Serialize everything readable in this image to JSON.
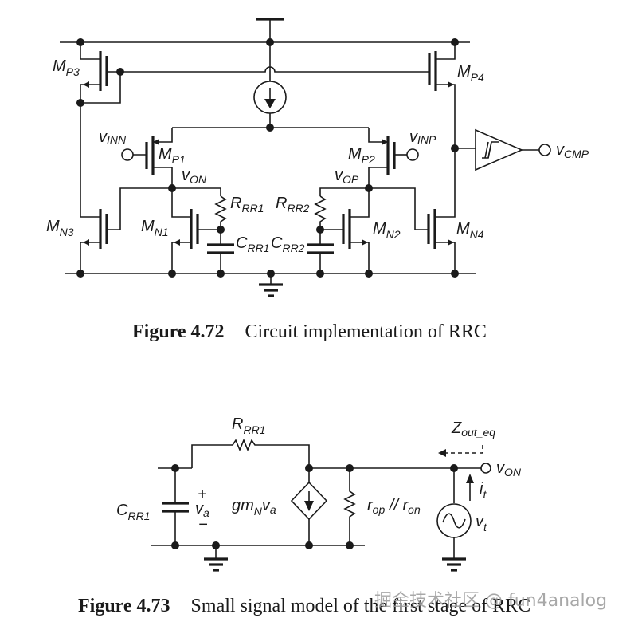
{
  "figure1": {
    "number": "Figure 4.72",
    "caption": "Circuit implementation of RRC",
    "labels": {
      "mp3": {
        "main": "M",
        "sub": "P3"
      },
      "mp4": {
        "main": "M",
        "sub": "P4"
      },
      "mp1": {
        "main": "M",
        "sub": "P1"
      },
      "mp2": {
        "main": "M",
        "sub": "P2"
      },
      "mn1": {
        "main": "M",
        "sub": "N1"
      },
      "mn2": {
        "main": "M",
        "sub": "N2"
      },
      "mn3": {
        "main": "M",
        "sub": "N3"
      },
      "mn4": {
        "main": "M",
        "sub": "N4"
      },
      "vinn": {
        "main": "v",
        "sub": "INN"
      },
      "vinp": {
        "main": "v",
        "sub": "INP"
      },
      "von": {
        "main": "v",
        "sub": "ON"
      },
      "vop": {
        "main": "v",
        "sub": "OP"
      },
      "vcmp": {
        "main": "v",
        "sub": "CMP"
      },
      "rrr1": {
        "main": "R",
        "sub": "RR1"
      },
      "rrr2": {
        "main": "R",
        "sub": "RR2"
      },
      "crr1": {
        "main": "C",
        "sub": "RR1"
      },
      "crr2": {
        "main": "C",
        "sub": "RR2"
      }
    },
    "components": [
      "current-source",
      "schmitt-trigger-comparator",
      "supply-rail",
      "ground"
    ]
  },
  "figure2": {
    "number": "Figure 4.73",
    "caption": "Small signal model of the first stage of RRC",
    "labels": {
      "rrr1": {
        "main": "R",
        "sub": "RR1"
      },
      "crr1": {
        "main": "C",
        "sub": "RR1"
      },
      "va": {
        "main": "v",
        "sub": "a"
      },
      "plus": "+",
      "minus": "−",
      "gm": {
        "pre": "gm",
        "sub1": "N",
        "mid": "v",
        "sub2": "a"
      },
      "rout": {
        "r1": "r",
        "s1": "op",
        "par": " // ",
        "r2": "r",
        "s2": "on"
      },
      "zout": {
        "main": "Z",
        "sub": "out_eq"
      },
      "von": {
        "main": "v",
        "sub": "ON"
      },
      "it": {
        "main": "i",
        "sub": "t"
      },
      "vt": {
        "main": "v",
        "sub": "t"
      }
    },
    "components": [
      "capacitor",
      "resistor",
      "dependent-current-source",
      "output-resistance",
      "ac-voltage-source",
      "ground"
    ]
  },
  "watermark": "掘金技术社区 @ fun4analog"
}
